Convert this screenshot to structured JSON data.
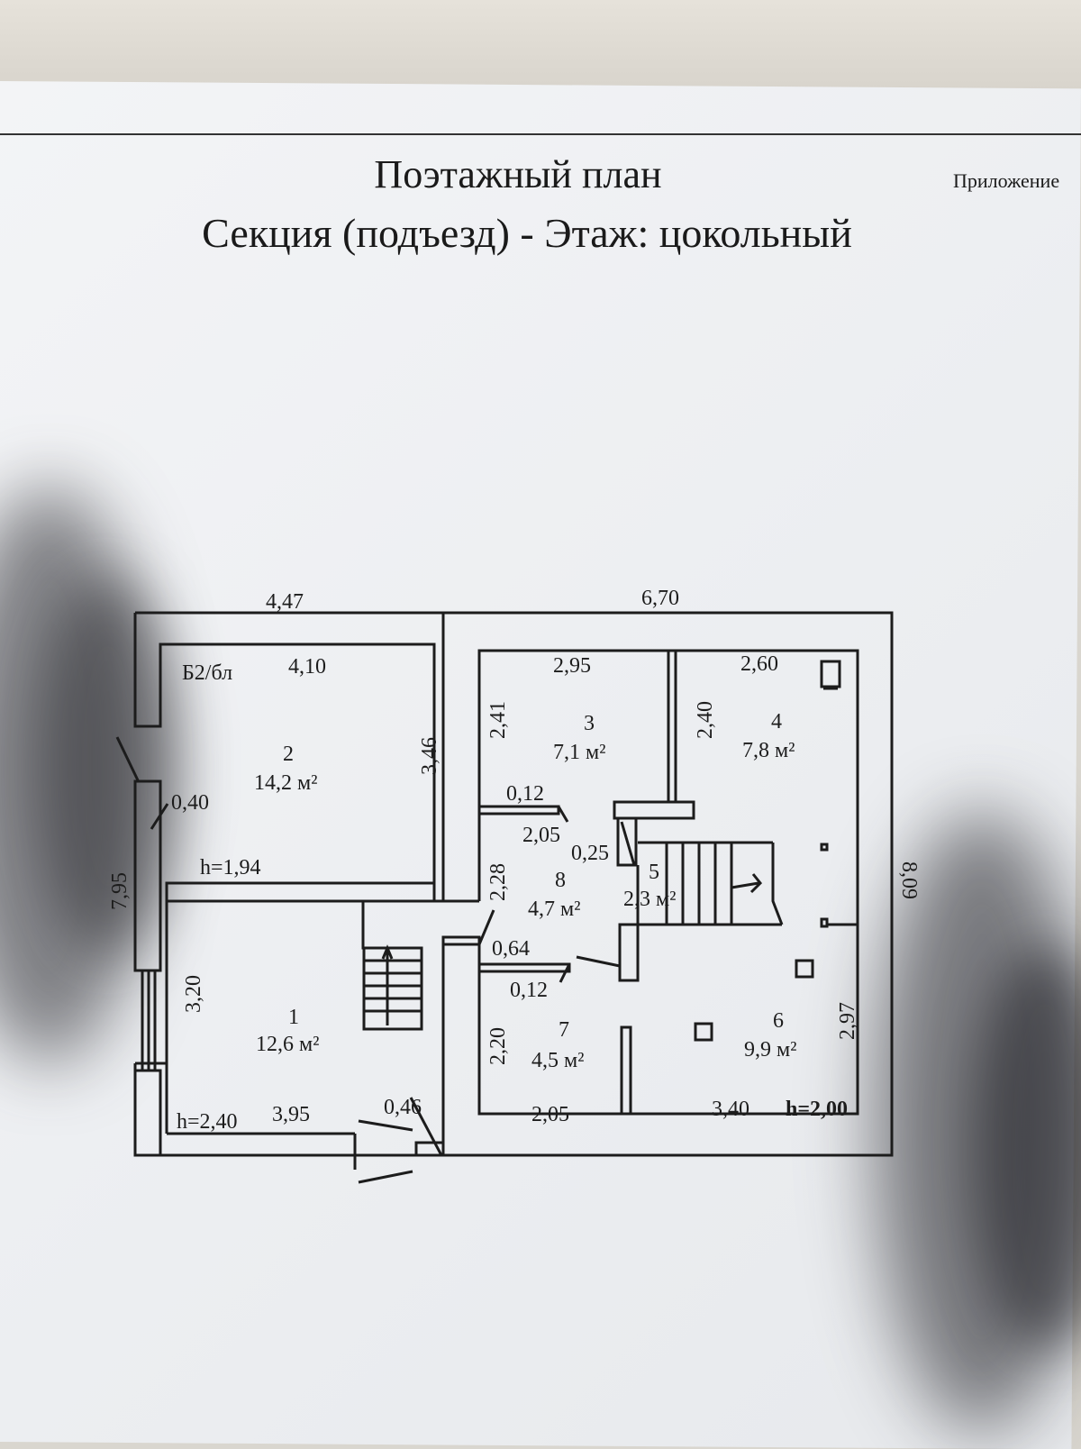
{
  "header": {
    "title": "Поэтажный план",
    "subtitle": "Секция (подъезд) -   Этаж: цокольный",
    "appendix": "Приложение"
  },
  "rooms": [
    {
      "num": "1",
      "area": "12,6 м²"
    },
    {
      "num": "2",
      "area": "14,2 м²"
    },
    {
      "num": "3",
      "area": "7,1 м²"
    },
    {
      "num": "4",
      "area": "7,8 м²"
    },
    {
      "num": "5",
      "area": "2,3 м²"
    },
    {
      "num": "6",
      "area": "9,9 м²"
    },
    {
      "num": "7",
      "area": "4,5 м²"
    },
    {
      "num": "8",
      "area": "4,7 м²"
    }
  ],
  "dimensions": {
    "top_left": "4,47",
    "top_right": "6,70",
    "room2_width": "4,10",
    "room2_code": "Б2/бл",
    "room2_height": "3,46",
    "room3_width": "2,95",
    "room3_height": "2,41",
    "room4_width": "2,60",
    "room4_height": "2,40",
    "left_total": "7,95",
    "right_total": "8,09",
    "wall_040": "0,40",
    "h_room2": "h=1,94",
    "room1_height": "3,20",
    "h_room1": "h=2,40",
    "room1_width": "3,95",
    "door_046": "0,46",
    "d_012_top": "0,12",
    "d_205_top": "2,05",
    "d_025": "0,25",
    "d_228": "2,28",
    "d_064": "0,64",
    "d_012_bottom": "0,12",
    "room7_height": "2,20",
    "room7_width": "2,05",
    "room6_width": "3,40",
    "h_room6": "h=2,00",
    "room6_height": "2,97"
  },
  "colors": {
    "ink": "#1c1c1c",
    "paper": "#eef0f2"
  }
}
